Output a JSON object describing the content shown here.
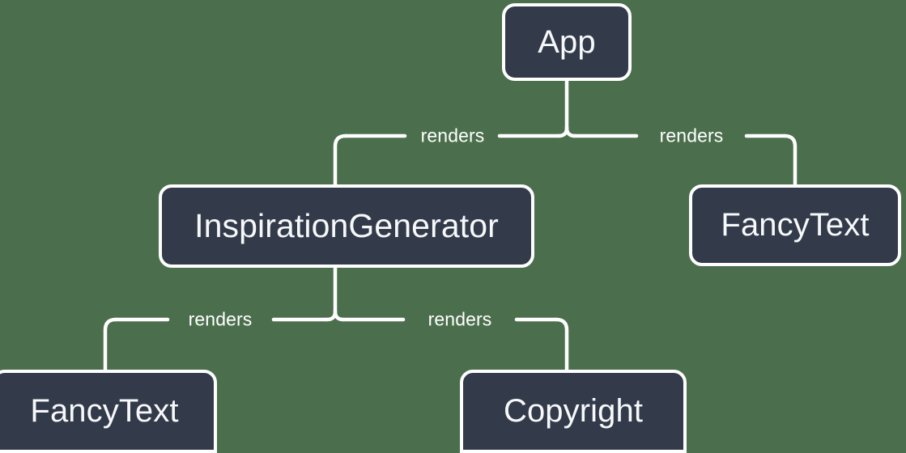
{
  "diagram": {
    "type": "component-tree",
    "background_color": "#4b6f4c",
    "node_fill_color": "#333b4b",
    "node_border_color": "#ffffff",
    "edge_color": "#ffffff",
    "nodes": [
      {
        "id": "app",
        "label": "App"
      },
      {
        "id": "inspgen",
        "label": "InspirationGenerator"
      },
      {
        "id": "fancy_right",
        "label": "FancyText"
      },
      {
        "id": "fancy_left",
        "label": "FancyText"
      },
      {
        "id": "copyright",
        "label": "Copyright"
      }
    ],
    "edges": [
      {
        "from": "app",
        "to": "inspgen",
        "label": "renders"
      },
      {
        "from": "app",
        "to": "fancy_right",
        "label": "renders"
      },
      {
        "from": "inspgen",
        "to": "fancy_left",
        "label": "renders"
      },
      {
        "from": "inspgen",
        "to": "copyright",
        "label": "renders"
      }
    ]
  }
}
